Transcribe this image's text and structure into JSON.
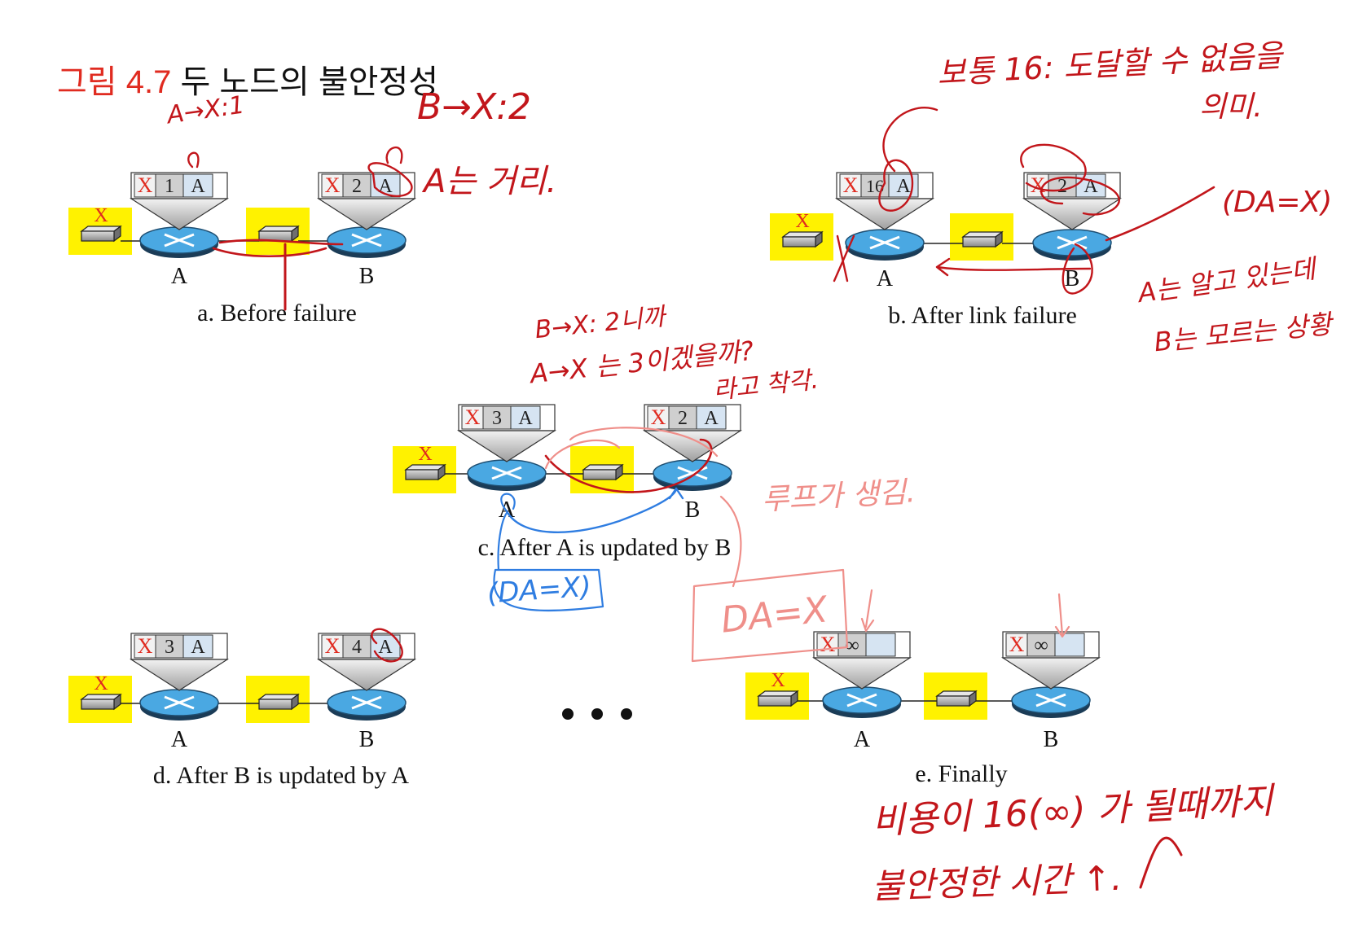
{
  "title": {
    "prefix": "그림 4.7",
    "text": "두 노드의 불안정성"
  },
  "colors": {
    "red_text": "#e02b20",
    "router_fill": "#4aa8e2",
    "router_dark": "#1b3c57",
    "highlight": "#fff200",
    "pen_red": "#c2161b",
    "pen_pink": "#ef8f8a",
    "pen_blue": "#2f7de1",
    "cell_gray": "#cfcfcf",
    "cell_blue": "#d6e4f2"
  },
  "icons": {
    "router": "router-icon",
    "host": "host-icon",
    "ellipsis": "ellipsis-icon"
  },
  "diagram": {
    "panels": [
      {
        "id": "a",
        "caption": "a. Before failure",
        "node_labels": [
          "A",
          "B"
        ],
        "tables": [
          {
            "dest": "X",
            "cost": "1",
            "next": "A"
          },
          {
            "dest": "X",
            "cost": "2",
            "next": "A"
          }
        ],
        "network_marker": "X"
      },
      {
        "id": "b",
        "caption": "b. After link failure",
        "node_labels": [
          "A",
          "B"
        ],
        "tables": [
          {
            "dest": "X",
            "cost": "16",
            "next": "A"
          },
          {
            "dest": "X",
            "cost": "2",
            "next": "A"
          }
        ],
        "network_marker": "X"
      },
      {
        "id": "c",
        "caption": "c. After A is updated by B",
        "node_labels": [
          "A",
          "B"
        ],
        "tables": [
          {
            "dest": "X",
            "cost": "3",
            "next": "A"
          },
          {
            "dest": "X",
            "cost": "2",
            "next": "A"
          }
        ],
        "network_marker": "X"
      },
      {
        "id": "d",
        "caption": "d. After B is updated by A",
        "node_labels": [
          "A",
          "B"
        ],
        "tables": [
          {
            "dest": "X",
            "cost": "3",
            "next": "A"
          },
          {
            "dest": "X",
            "cost": "4",
            "next": "A"
          }
        ],
        "network_marker": "X"
      },
      {
        "id": "e",
        "caption": "e. Finally",
        "node_labels": [
          "A",
          "B"
        ],
        "tables": [
          {
            "dest": "X",
            "cost": "∞",
            "next": ""
          },
          {
            "dest": "X",
            "cost": "∞",
            "next": ""
          }
        ],
        "network_marker": "X"
      }
    ]
  },
  "annotations": {
    "a_ax": "A→X:1",
    "a_bx": "B→X:2",
    "a_dist": "A는 거리.",
    "b_top1": "보통 16: 도달할 수 없음을",
    "b_top2": "의미.",
    "b_da": "(DA=X)",
    "b_note1": "A는 알고 있는데",
    "b_note2": "B는 모르는 상황",
    "c_note1": "B→X: 2니까",
    "c_note2": "A→X 는 3이겠을까?",
    "c_note3": "라고 착각.",
    "c_loop": "루프가 생김.",
    "c_blue": "(DA=X)",
    "e_box": "DA=X",
    "e_note1": "비용이 16(∞) 가 될때까지",
    "e_note2": "불안정한 시간 ↑."
  }
}
